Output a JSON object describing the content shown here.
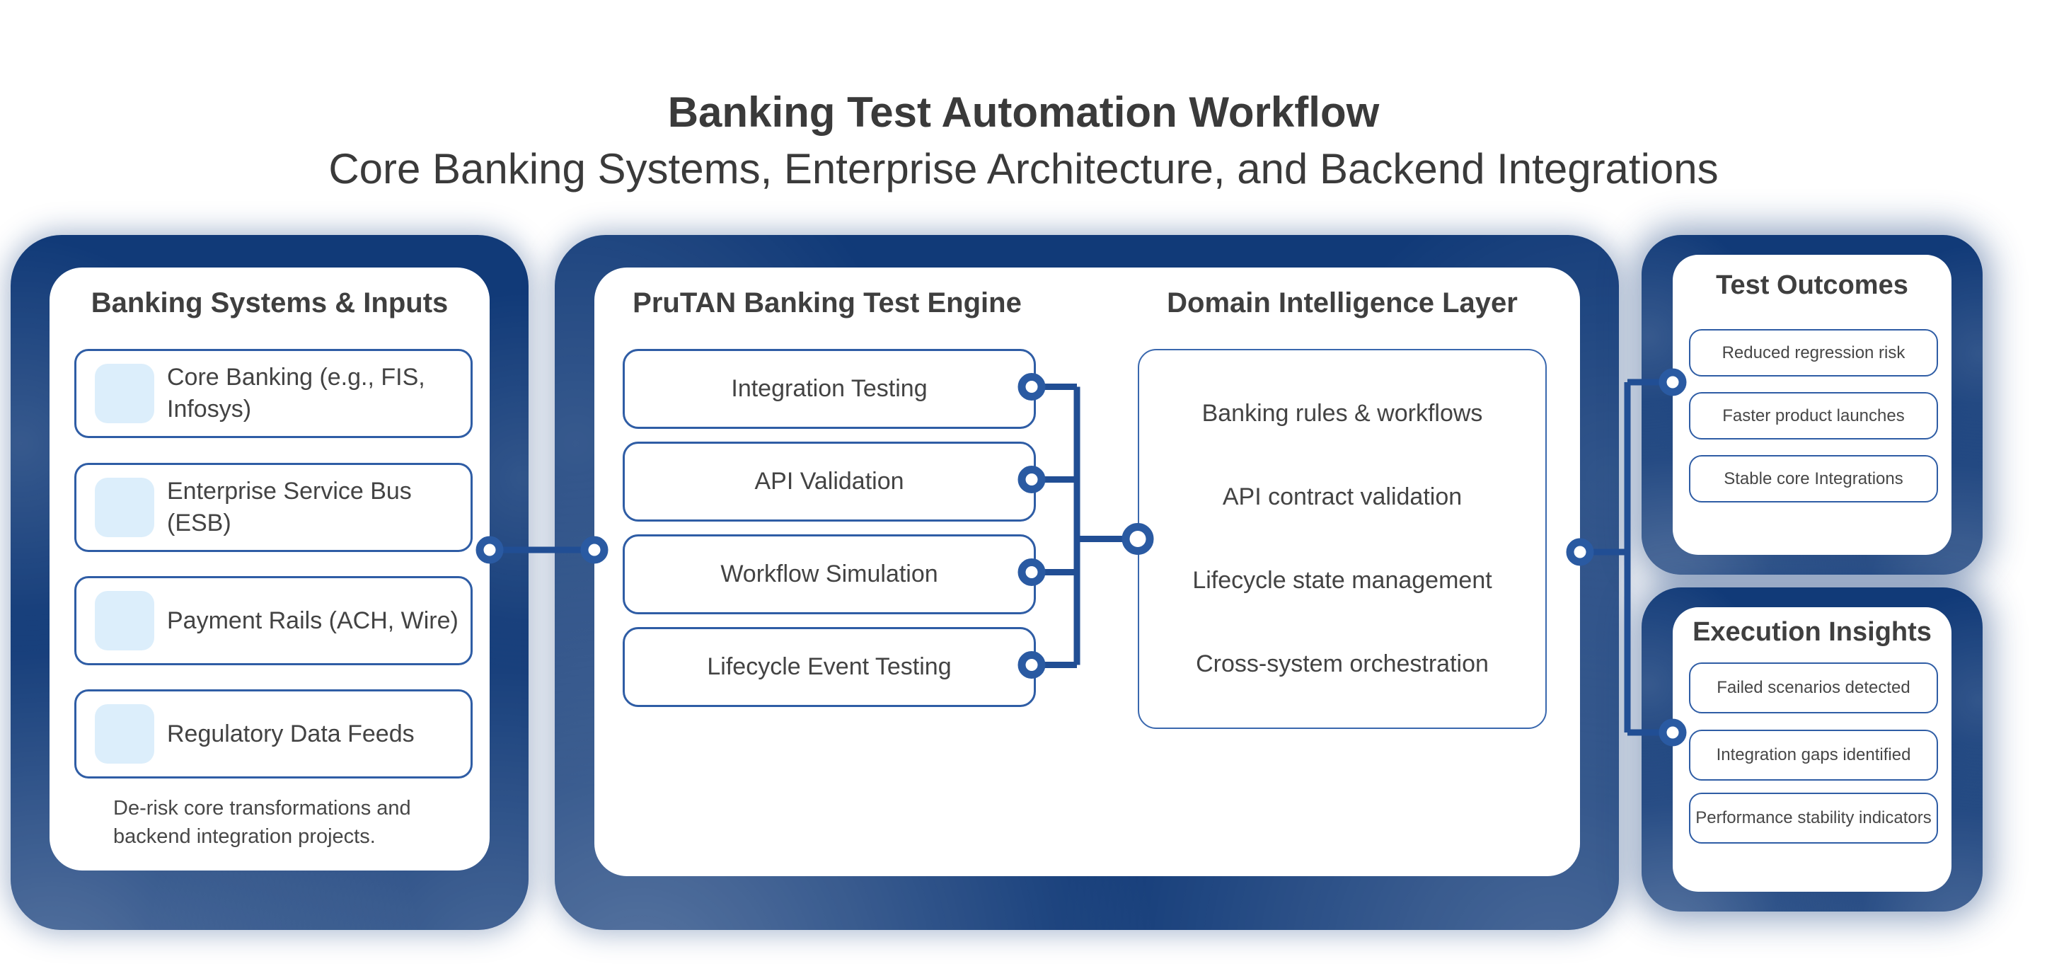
{
  "title": "Banking Test Automation Workflow",
  "subtitle": "Core Banking Systems, Enterprise Architecture, and Backend Integrations",
  "left_panel": {
    "header": "Banking Systems & Inputs",
    "items": [
      "Core Banking (e.g., FIS, Infosys)",
      "Enterprise Service Bus (ESB)",
      "Payment Rails (ACH, Wire)",
      "Regulatory Data Feeds"
    ],
    "caption": "De-risk core transformations and backend integration projects."
  },
  "engine_panel": {
    "header": "PruTAN Banking Test Engine",
    "items": [
      "Integration Testing",
      "API Validation",
      "Workflow Simulation",
      "Lifecycle Event Testing"
    ]
  },
  "domain_panel": {
    "header": "Domain Intelligence Layer",
    "items": [
      "Banking rules & workflows",
      "API contract validation",
      "Lifecycle state management",
      "Cross-system orchestration"
    ]
  },
  "outcomes_panel": {
    "header": "Test Outcomes",
    "items": [
      "Reduced regression risk",
      "Faster product launches",
      "Stable core Integrations"
    ]
  },
  "insights_panel": {
    "header": "Execution Insights",
    "items": [
      "Failed scenarios detected",
      "Integration gaps identified",
      "Performance stability indicators"
    ]
  },
  "colors": {
    "panel_navy": "#113a78",
    "connector_line": "#214e94",
    "ring_stroke": "#2a5aa2",
    "item_border": "#2f5da5",
    "icon_fill": "#dceefb",
    "heading_text": "#3a3a3a",
    "body_text": "#434343"
  }
}
